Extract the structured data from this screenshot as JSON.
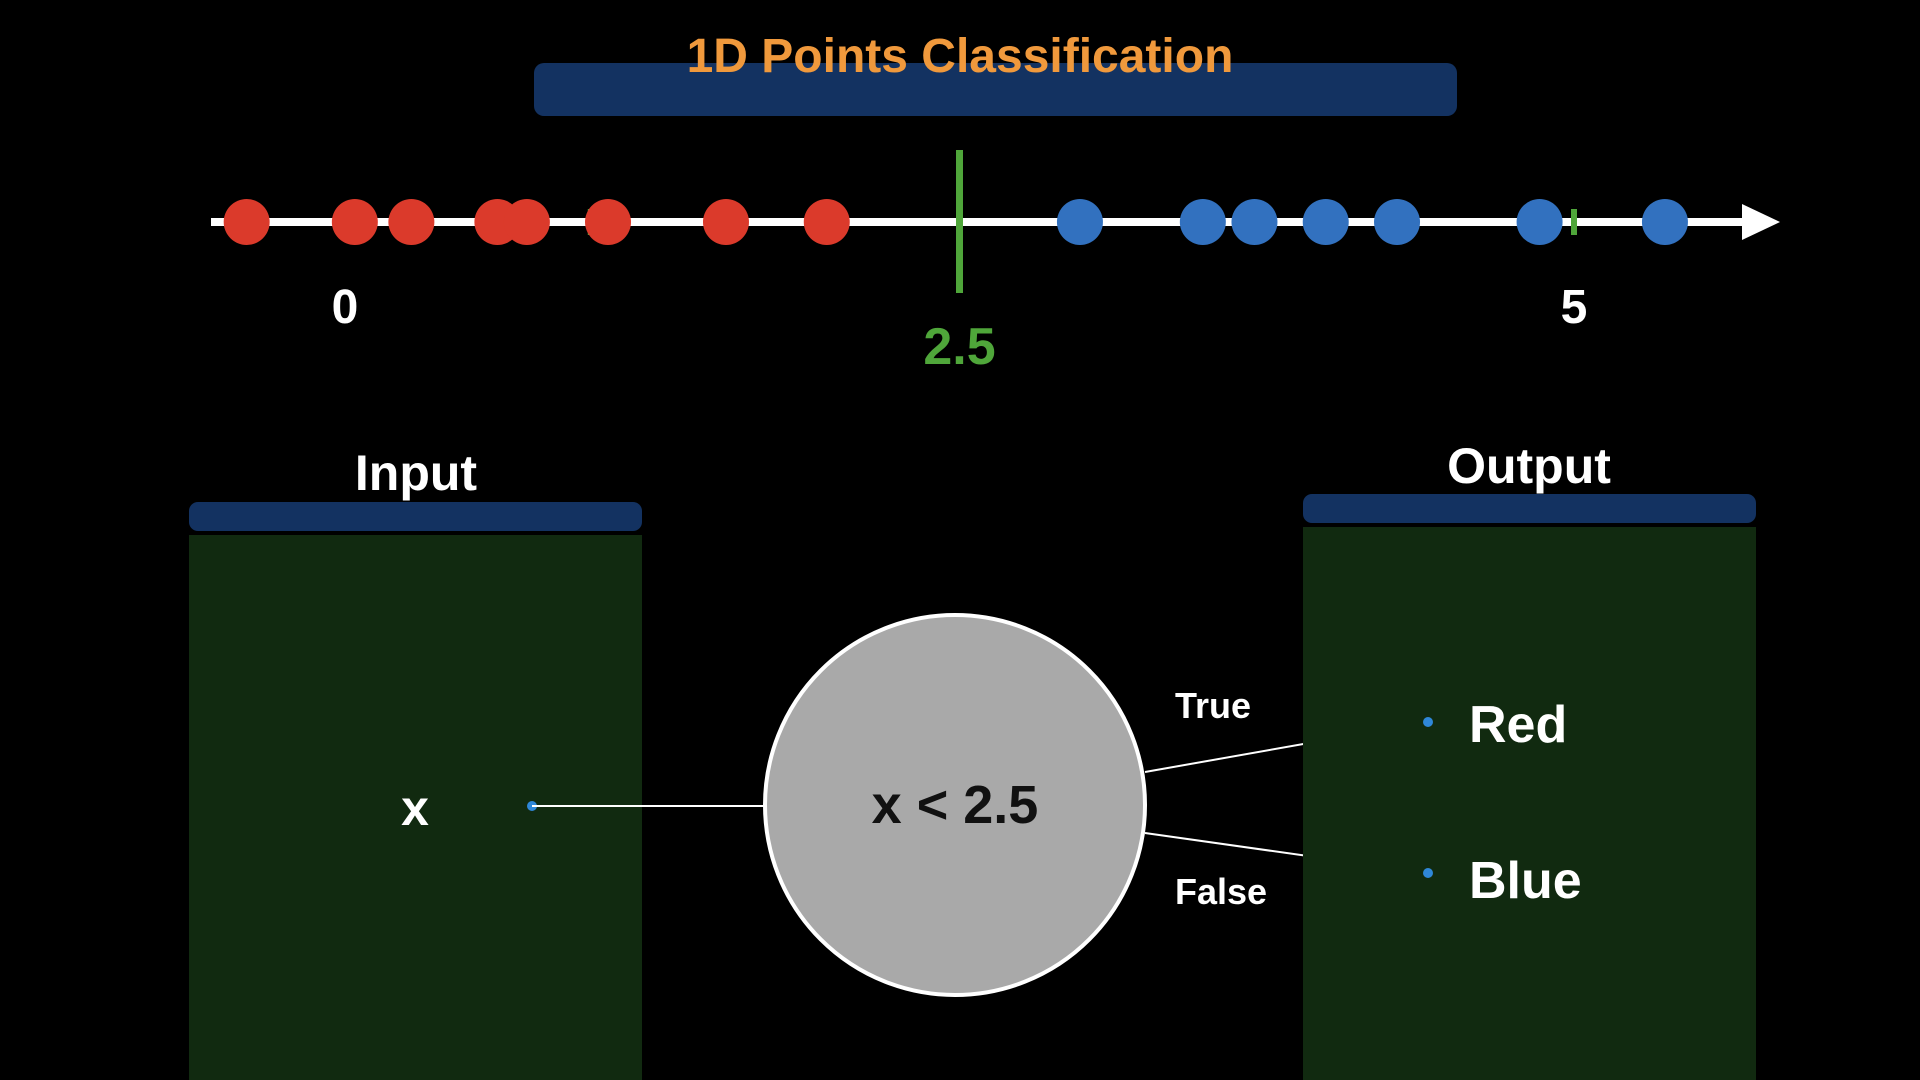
{
  "title": "1D Points Classification",
  "number_line": {
    "tick_labels": [
      {
        "value": 0,
        "text": "0"
      },
      {
        "value": 5,
        "text": "5"
      }
    ],
    "threshold": {
      "value": 2.5,
      "text": "2.5"
    },
    "points": [
      {
        "x": -0.4,
        "class": "red"
      },
      {
        "x": 0.04,
        "class": "red"
      },
      {
        "x": 0.27,
        "class": "red"
      },
      {
        "x": 0.62,
        "class": "red"
      },
      {
        "x": 0.74,
        "class": "red"
      },
      {
        "x": 1.07,
        "class": "red"
      },
      {
        "x": 1.55,
        "class": "red"
      },
      {
        "x": 1.96,
        "class": "red"
      },
      {
        "x": 2.99,
        "class": "blue"
      },
      {
        "x": 3.49,
        "class": "blue"
      },
      {
        "x": 3.7,
        "class": "blue"
      },
      {
        "x": 3.99,
        "class": "blue"
      },
      {
        "x": 4.28,
        "class": "blue"
      },
      {
        "x": 4.86,
        "class": "blue"
      },
      {
        "x": 5.37,
        "class": "blue"
      }
    ]
  },
  "input_panel": {
    "heading": "Input",
    "variable": "x"
  },
  "decision_node": {
    "condition": "x < 2.5"
  },
  "branches": {
    "true_label": "True",
    "false_label": "False"
  },
  "output_panel": {
    "heading": "Output",
    "classes": [
      "Red",
      "Blue"
    ]
  },
  "colors": {
    "title": "#f0993c",
    "banner": "#133261",
    "threshold": "#4fa63a",
    "red_point": "#db3a2b",
    "blue_point": "#3271bf",
    "panel": "#112a10",
    "node": "#a9a9a9",
    "connector_dot": "#2f87d8"
  }
}
